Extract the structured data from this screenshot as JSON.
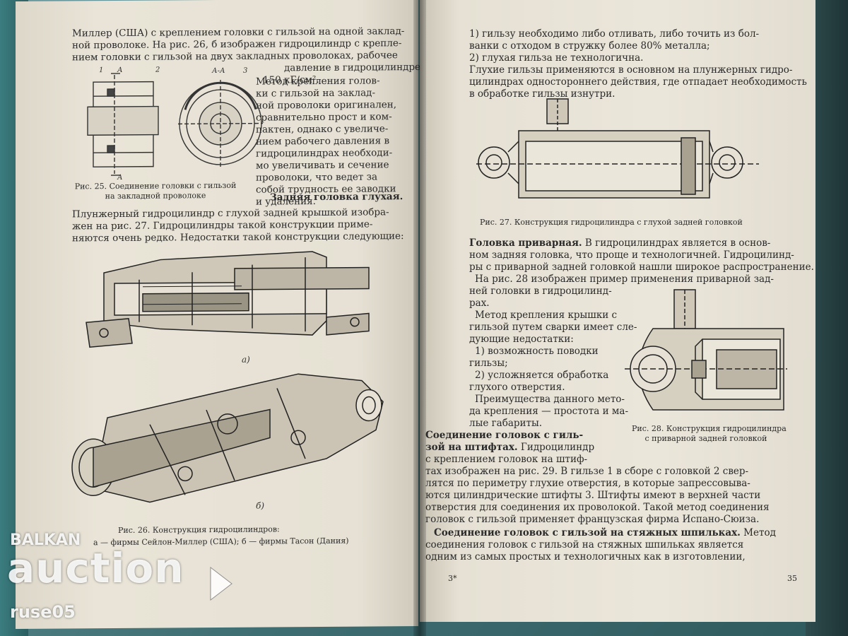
{
  "left_page": {
    "lines_top": [
      "Миллер (США) с креплением головки с гильзой на одной заклад-",
      "ной проволоке. На рис. 26, б изображен гидроцилиндр с крепле-",
      "нием головки с гильзой на двух закладных проволоках, рабочее",
      "давление в гидроцилиндре",
      "150 кГ/см²."
    ],
    "lines_right_col": [
      "Метод крепления голов-",
      "ки с гильзой на заклад-",
      "ной проволоки оригинален,",
      "сравнительно прост и ком-",
      "пактен, однако с увеличе-",
      "нием рабочего давления в",
      "гидроцилиндрах необходи-",
      "мо увеличивать и сечение",
      "проволоки, что ведет за",
      "собой трудность ее заводки",
      "и удаления."
    ],
    "fig25_caption": [
      "Рис. 25. Соединение головки с гильзой",
      "на закладной проволоке"
    ],
    "fig25_labels": {
      "section": "А-А",
      "a1": "А",
      "a2": "А",
      "n1": "1",
      "n2": "2",
      "n3": "3"
    },
    "subheading": "Задняя головка глухая.",
    "lines_mid": [
      "Плунжерный гидроцилиндр с глухой задней крышкой изобра-",
      "жен на рис. 27. Гидроцилиндры такой конструкции приме-",
      "няются очень редко. Недостатки такой конструкции следующие:"
    ],
    "fig26_label_a": "а)",
    "fig26_label_b": "б)",
    "fig26_caption": [
      "Рис. 26. Конструкция гидроцилиндров:",
      "а — фирмы Сейлон-Миллер (США); б — фирмы Тасон (Дания)"
    ]
  },
  "right_page": {
    "lines_top": [
      "1) гильзу необходимо либо отливать, либо точить из бол-",
      "ванки с отходом в стружку более 80% металла;",
      "2) глухая гильза не технологична.",
      "Глухие гильзы применяются в основном на плунжерных гидро-",
      "цилиндрах одностороннего действия, где отпадает необходимость",
      "в обработке гильзы изнутри."
    ],
    "fig27_caption": "Рис. 27. Конструкция гидроцилиндра с глухой задней головкой",
    "subheading1": "Головка приварная.",
    "lines_mid": [
      " В гидроцилиндрах является в основ-",
      "ном задняя головка, что проще и технологичней. Гидроцилинд-",
      "ры с приварной задней головкой нашли широкое распространение.",
      "На рис. 28 изображен пример применения приварной зад-",
      "ней головки в гидроцилинд-",
      "рах."
    ],
    "lines_col": [
      "Метод крепления крышки с",
      "гильзой путем сварки имеет сле-",
      "дующие недостатки:",
      "1) возможность поводки",
      "гильзы;",
      "2) усложняется обработка",
      "глухого отверстия.",
      "Преимущества данного мето-",
      "да крепления — простота и ма-",
      "лые габариты."
    ],
    "subheading2": [
      "Соединение головок с гиль-",
      "зой на штифтах."
    ],
    "lines_pins": [
      " Гидроцилиндр",
      "с креплением головок на штиф-",
      "тах изображен на рис. 29. В гильзе 1 в сборе с головкой 2 свер-",
      "лятся по периметру глухие отверстия, в которые запрессовыва-",
      "ются цилиндрические штифты 3. Штифты имеют в верхней части",
      "отверстия для соединения их проволокой. Такой метод соединения",
      "головок с гильзой применяет французская фирма Испано-Сюиза."
    ],
    "fig28_caption": [
      "Рис. 28. Конструкция гидроцилиндра",
      "с приварной задней головкой"
    ],
    "subheading3": "Соединение головок с гильзой на стяжных шпильках.",
    "lines_bottom": [
      " Метод",
      "соединения головок с гильзой на стяжных шпильках является",
      "одним из самых простых и технологичных как в изготовлении,"
    ],
    "footer_left": "3*",
    "page_number": "35"
  },
  "watermark": {
    "brand_top": "BALKAN",
    "brand_main": "auction",
    "user": "ruse05"
  },
  "colors": {
    "paper": "#e6e1d4",
    "ink": "#2a2a2a",
    "cover": "#2f5a5e"
  }
}
